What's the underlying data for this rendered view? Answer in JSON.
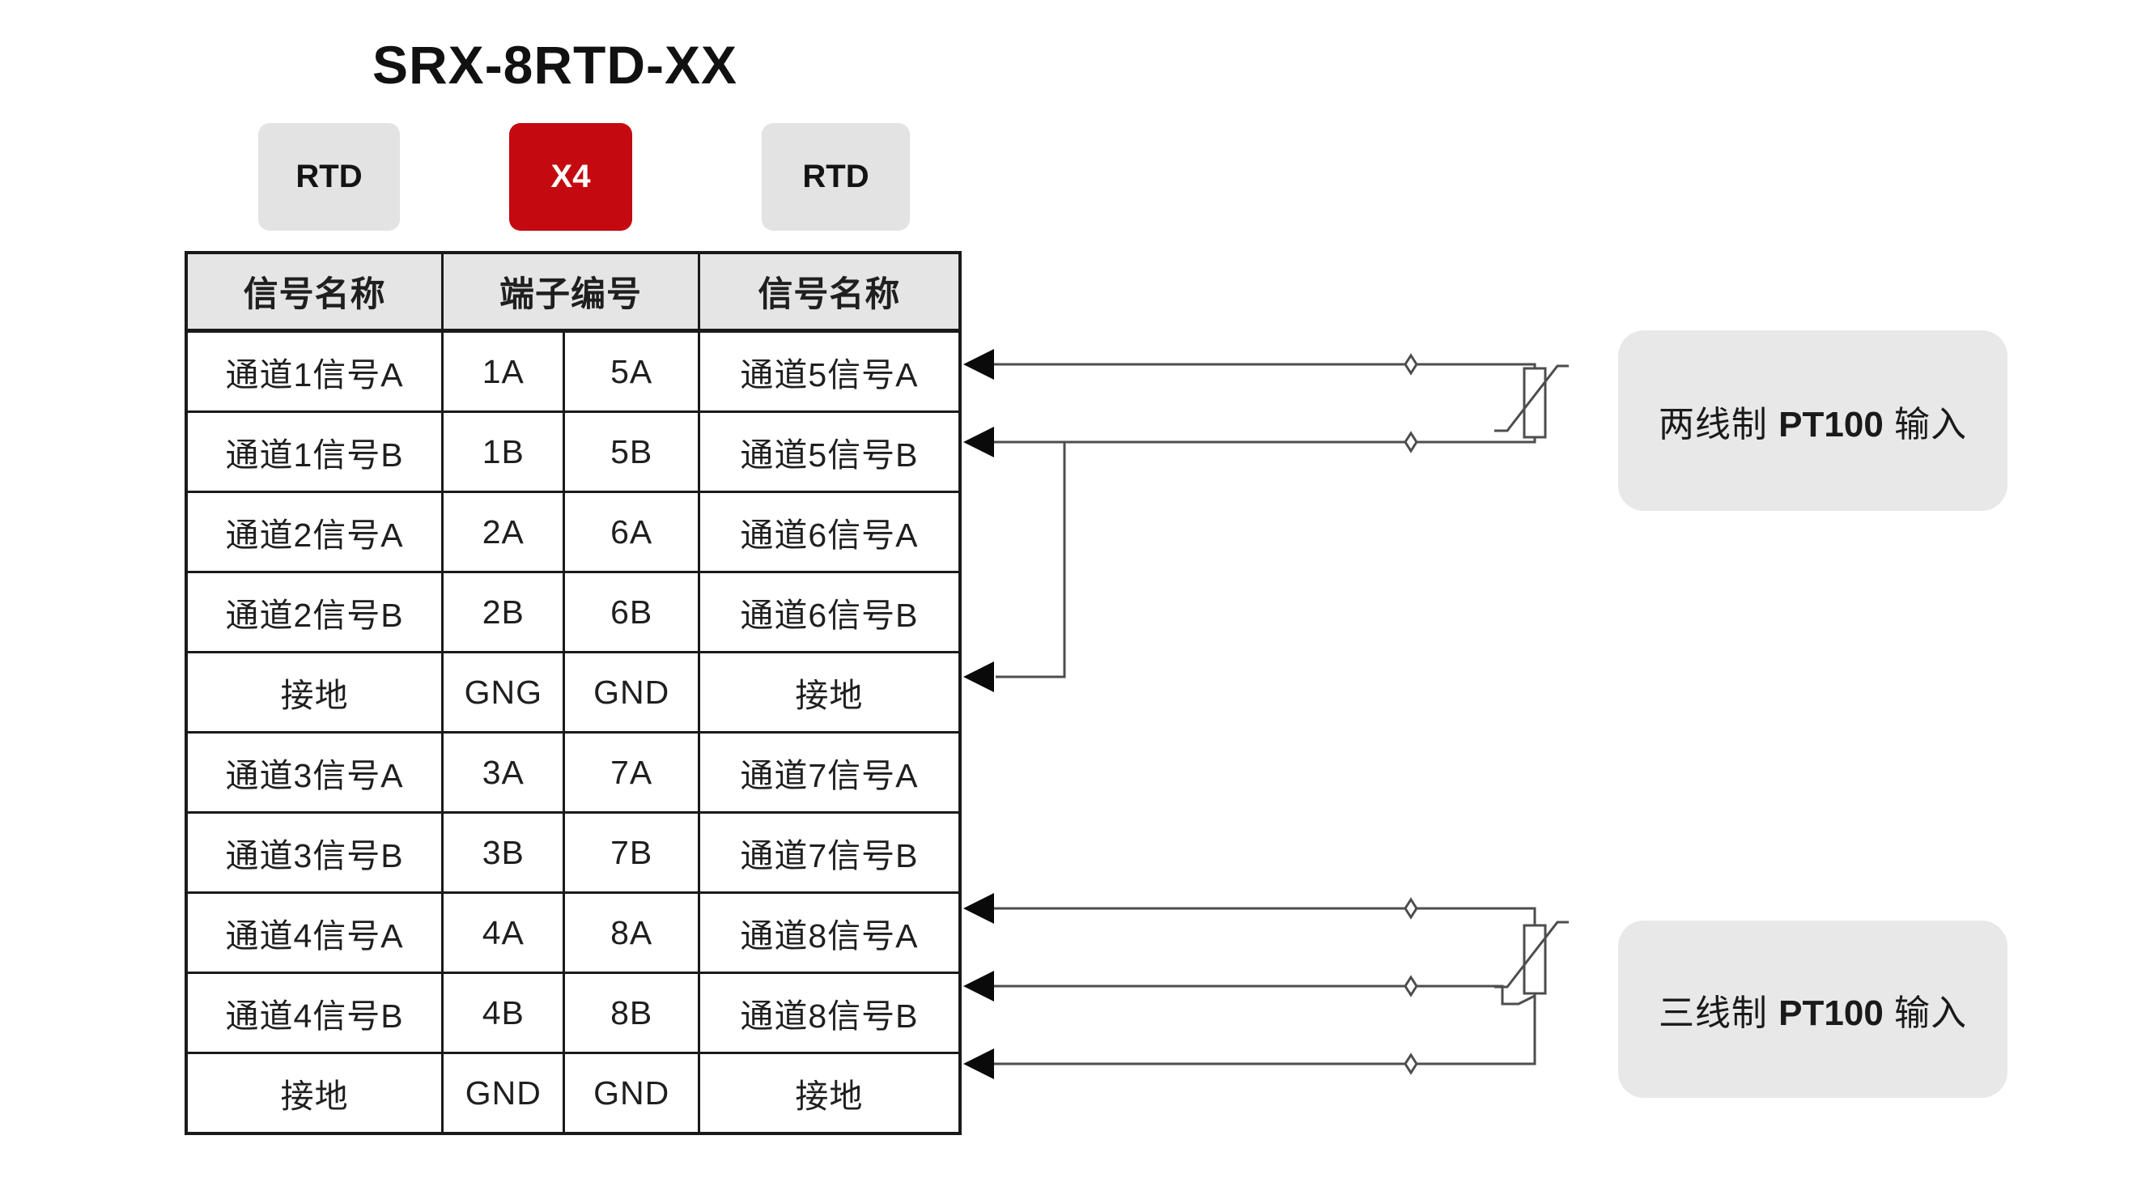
{
  "title": "SRX-8RTD-XX",
  "badges": [
    {
      "label": "RTD",
      "variant": "gray"
    },
    {
      "label": "X4",
      "variant": "red"
    },
    {
      "label": "RTD",
      "variant": "gray"
    }
  ],
  "table": {
    "headers": [
      "信号名称",
      "端子编号",
      "信号名称"
    ],
    "rows": [
      [
        "通道1信号A",
        "1A",
        "5A",
        "通道5信号A"
      ],
      [
        "通道1信号B",
        "1B",
        "5B",
        "通道5信号B"
      ],
      [
        "通道2信号A",
        "2A",
        "6A",
        "通道6信号A"
      ],
      [
        "通道2信号B",
        "2B",
        "6B",
        "通道6信号B"
      ],
      [
        "接地",
        "GNG",
        "GND",
        "接地"
      ],
      [
        "通道3信号A",
        "3A",
        "7A",
        "通道7信号A"
      ],
      [
        "通道3信号B",
        "3B",
        "7B",
        "通道7信号B"
      ],
      [
        "通道4信号A",
        "4A",
        "8A",
        "通道8信号A"
      ],
      [
        "通道4信号B",
        "4B",
        "8B",
        "通道8信号B"
      ],
      [
        "接地",
        "GND",
        "GND",
        "接地"
      ]
    ]
  },
  "annotations": {
    "two_wire": {
      "prefix": "两线制 ",
      "bold": "PT100",
      "suffix": " 输入"
    },
    "three_wire": {
      "prefix": "三线制 ",
      "bold": "PT100",
      "suffix": " 输入"
    }
  },
  "icons": {
    "arrow": "left-arrowhead-icon",
    "connector": "diamond-connector-icon",
    "sensor": "rtd-resistor-icon"
  },
  "colors": {
    "badge_red": "#c40a10",
    "badge_gray": "#e3e3e3",
    "header_gray": "#e5e5e5",
    "note_box_gray": "#e8e8e8",
    "wire_gray": "#4d4d4d",
    "table_border": "#1a1a1a"
  }
}
